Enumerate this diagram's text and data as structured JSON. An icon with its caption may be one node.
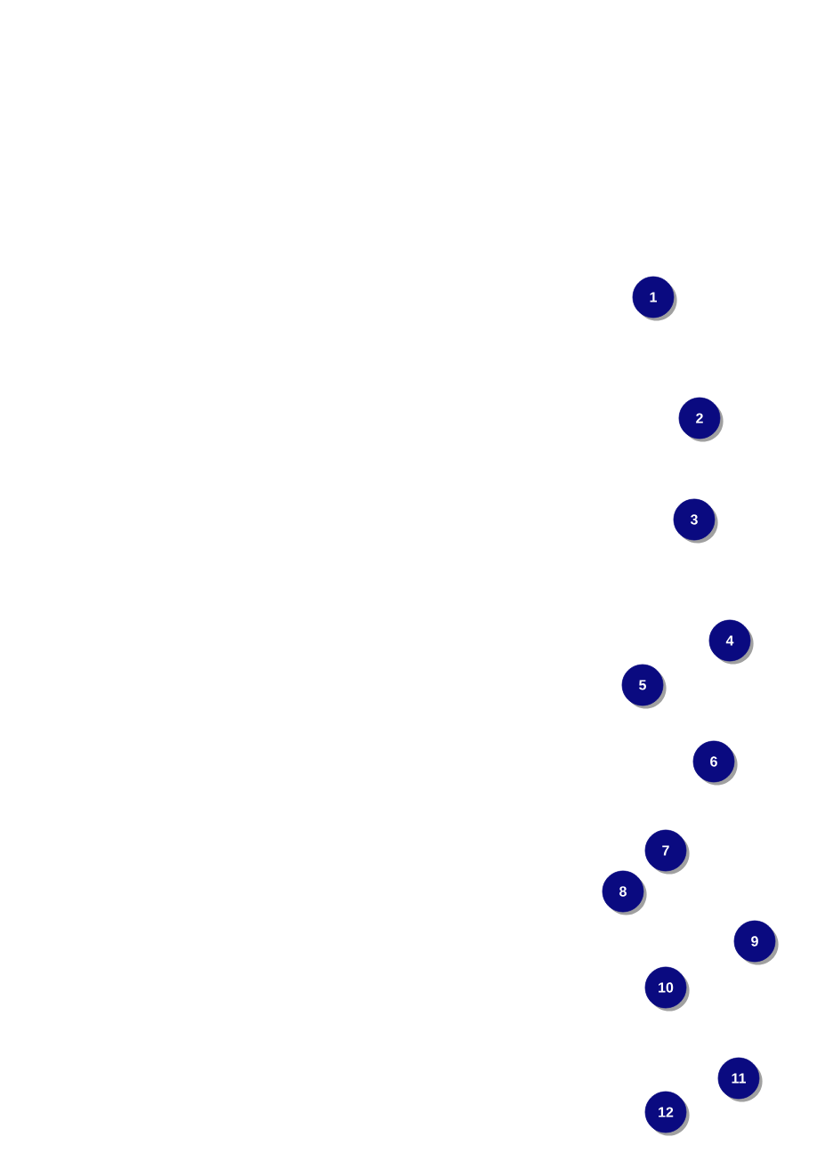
{
  "diagram": {
    "nodes": [
      {
        "text": [
          "1"
        ]
      },
      {
        "text": [
          "2"
        ]
      },
      {
        "text": [
          "3"
        ]
      },
      {
        "text": [
          "4"
        ]
      },
      {
        "text": [
          "5"
        ]
      },
      {
        "text": [
          "6"
        ]
      },
      {
        "text": [
          "7"
        ]
      },
      {
        "text": [
          "8"
        ]
      },
      {
        "text": [
          "9"
        ]
      },
      {
        "text": [
          "10"
        ]
      },
      {
        "text": [
          "11"
        ]
      },
      {
        "text": [
          "12"
        ]
      }
    ]
  }
}
